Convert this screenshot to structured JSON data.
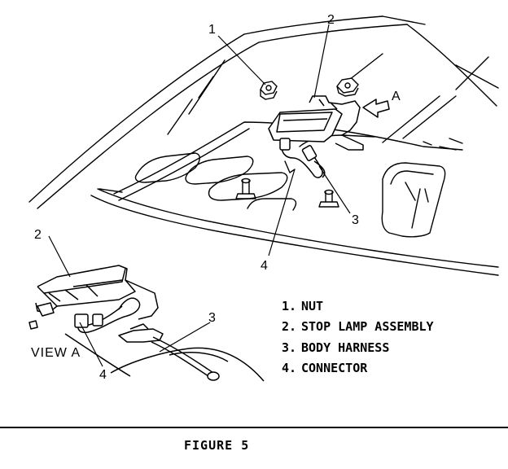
{
  "callouts": {
    "top_nut": "1",
    "top_stop_lamp": "2",
    "top_body_harness": "3",
    "top_connector": "4",
    "view_arrow": "A",
    "detail_stop_lamp": "2",
    "detail_body_harness": "3",
    "detail_connector": "4"
  },
  "legend": [
    {
      "num": "1.",
      "label": "NUT"
    },
    {
      "num": "2.",
      "label": "STOP LAMP ASSEMBLY"
    },
    {
      "num": "3.",
      "label": "BODY HARNESS"
    },
    {
      "num": "4.",
      "label": "CONNECTOR"
    }
  ],
  "view_label": "VIEW A",
  "caption": "FIGURE 5"
}
